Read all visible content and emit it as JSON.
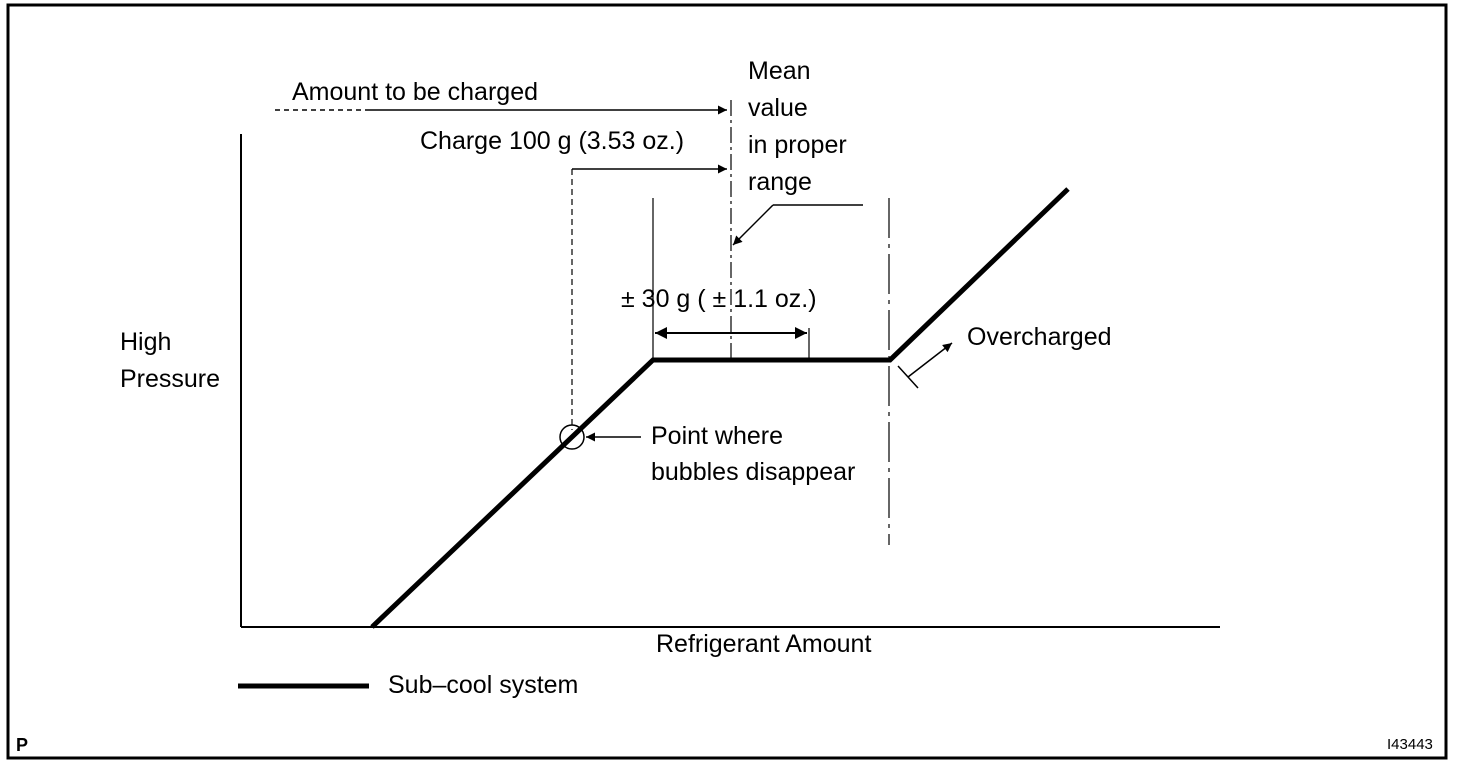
{
  "labels": {
    "amount_to_be_charged": "Amount to be charged",
    "charge_100g": "Charge 100 g (3.53 oz.)",
    "mean_value_lines": [
      "Mean",
      "value",
      "in proper",
      "range"
    ],
    "tolerance": "± 30 g ( ± 1.1 oz.)",
    "high_pressure_lines": [
      "High",
      "Pressure"
    ],
    "overcharged": "Overcharged",
    "bubbles_lines": [
      "Point where",
      "bubbles disappear"
    ],
    "x_axis": "Refrigerant Amount",
    "legend_sub_cool": "Sub–cool system",
    "corner_p": "P",
    "figure_id": "I43443"
  }
}
